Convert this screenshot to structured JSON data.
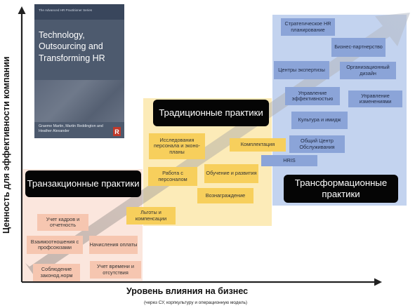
{
  "axes": {
    "y_label": "Ценность для эффективности компании",
    "x_label": "Уровень влияния на бизнес",
    "x_sublabel": "(через СУ, корпкультуру и операционную модель)"
  },
  "book": {
    "series": "The Advanced HR Practitioner Series",
    "title": "Technology, Outsourcing and Transforming HR",
    "authors": "Graeme Martin, Martin Reddington and Heather Alexander",
    "publisher_mark": "R"
  },
  "zones": {
    "transactional": "Транзакционные практики",
    "traditional": "Традиционные практики",
    "transformational": "Трансформационные практики"
  },
  "transactional_items": {
    "staff_records": "Учет кадров и отчетность",
    "union_relations": "Взаимоотношения с профсоюзами",
    "payroll": "Начисления оплаты",
    "legal_compliance": "Соблюдение законод.норм",
    "time_tracking": "Учет времени и отсутствия"
  },
  "traditional_items": {
    "staff_research": "Исследования персонала и эконо-планы",
    "staff_work": "Работа с персоналом",
    "training": "Обучение и развития",
    "compensation": "Вознаграждение",
    "benefits": "Льготы и компенсации",
    "staffing": "Комплектация"
  },
  "transformational_items": {
    "strategic_hr": "Стратегическое HR планирование",
    "business_partnering": "Бизнес-партнерство",
    "expertise_centers": "Центры экспертизы",
    "org_design": "Организационный дизайн",
    "performance_mgmt": "Управление эффективностью",
    "change_mgmt": "Управление изменениями",
    "culture": "Культура и имидж",
    "shared_services": "Общий Центр Обслуживания",
    "hris": "HRIS"
  }
}
